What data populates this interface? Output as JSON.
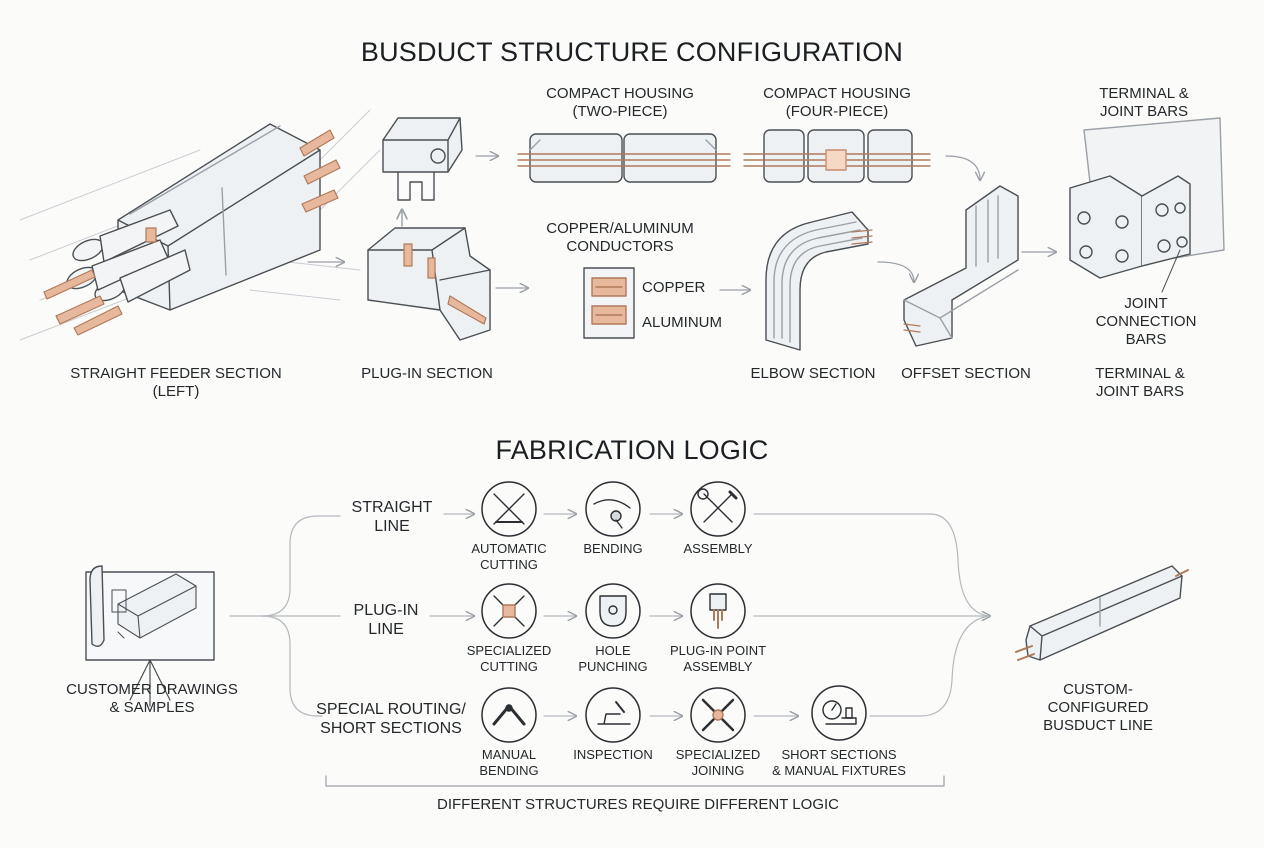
{
  "structure": {
    "title": "BUSDUCT STRUCTURE CONFIGURATION",
    "components": {
      "straight_feeder": "STRAIGHT FEEDER SECTION\n(LEFT)",
      "plug_in": "PLUG-IN SECTION",
      "compact_two": "COMPACT HOUSING\n(TWO-PIECE)",
      "compact_four": "COMPACT HOUSING\n(FOUR-PIECE)",
      "terminal_top": "TERMINAL &\nJOINT BARS",
      "conductors_title": "COPPER/ALUMINUM\nCONDUCTORS",
      "copper": "COPPER",
      "aluminum": "ALUMINUM",
      "elbow": "ELBOW SECTION",
      "offset": "OFFSET SECTION",
      "joint_connection": "JOINT\nCONNECTION\nBARS",
      "terminal_bottom": "TERMINAL &\nJOINT BARS"
    },
    "colors": {
      "copper": "#e8b89c",
      "line": "#4a4f54",
      "housing": "#eef1f4"
    }
  },
  "fabrication": {
    "title": "FABRICATION LOGIC",
    "input": "CUSTOMER DRAWINGS\n& SAMPLES",
    "output": "CUSTOM-CONFIGURED\nBUSDUCT LINE",
    "lines": [
      {
        "name": "STRAIGHT\nLINE",
        "steps": [
          {
            "label": "AUTOMATIC\nCUTTING",
            "icon": "cutting-blades-icon"
          },
          {
            "label": "BENDING",
            "icon": "bending-tool-icon"
          },
          {
            "label": "ASSEMBLY",
            "icon": "wrench-screwdriver-icon"
          }
        ]
      },
      {
        "name": "PLUG-IN\nLINE",
        "steps": [
          {
            "label": "SPECIALIZED\nCUTTING",
            "icon": "specialized-cutter-icon"
          },
          {
            "label": "HOLE\nPUNCHING",
            "icon": "hole-punch-icon"
          },
          {
            "label": "PLUG-IN POINT\nASSEMBLY",
            "icon": "plug-in-point-icon"
          }
        ]
      },
      {
        "name": "SPECIAL ROUTING/\nSHORT SECTIONS",
        "steps": [
          {
            "label": "MANUAL\nBENDING",
            "icon": "manual-bend-icon"
          },
          {
            "label": "INSPECTION",
            "icon": "inspection-icon"
          },
          {
            "label": "SPECIALIZED\nJOINING",
            "icon": "joining-icon"
          },
          {
            "label": "SHORT  SECTIONS\n& MANUAL FIXTURES",
            "icon": "gauge-fixture-icon"
          }
        ]
      }
    ],
    "footer": "DIFFERENT STRUCTURES REQUIRE DIFFERENT LOGIC"
  }
}
